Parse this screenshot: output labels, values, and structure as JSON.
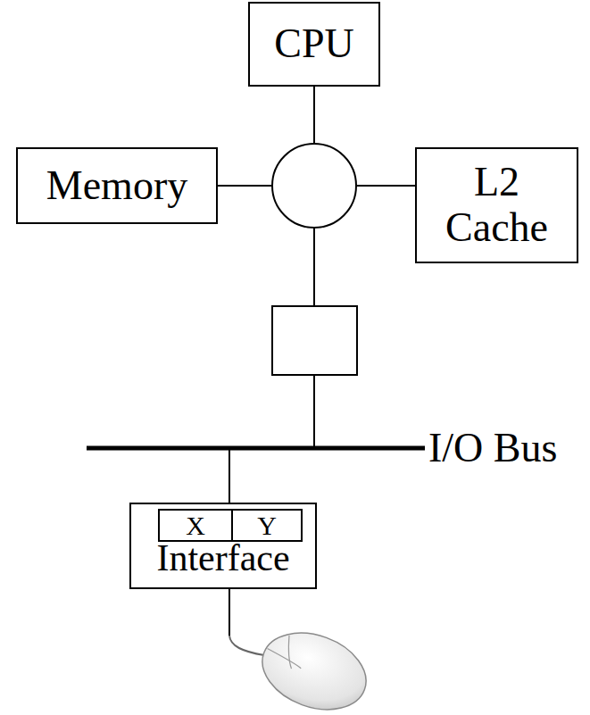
{
  "diagram": {
    "nodes": [
      {
        "text": [
          "CPU"
        ]
      },
      {
        "text": [
          "Memory"
        ]
      },
      {
        "text": [
          "L2 Cache"
        ]
      },
      {
        "text": [
          "Interface"
        ]
      },
      {
        "text": [
          "X"
        ],
        "in": 3
      },
      {
        "text": [
          "Y"
        ],
        "in": 3
      }
    ],
    "labels": [
      "I/O Bus"
    ]
  }
}
